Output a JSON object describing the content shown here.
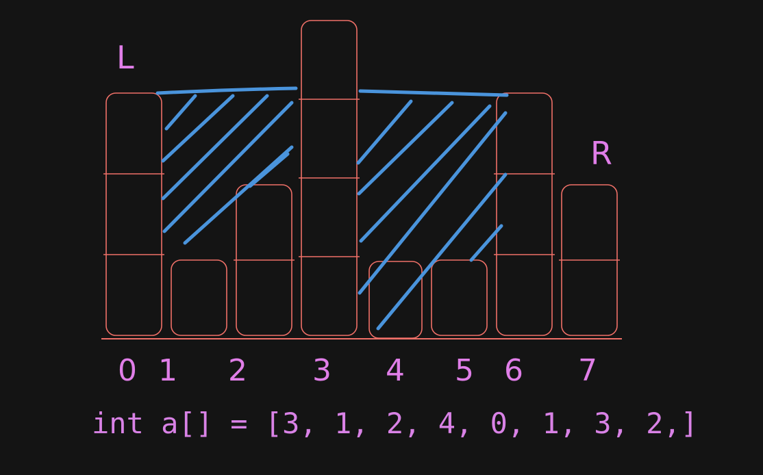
{
  "diagram": {
    "title": "",
    "left_marker": "L",
    "right_marker": "R",
    "indices": [
      "0",
      "1",
      "2",
      "3",
      "4",
      "5",
      "6",
      "7"
    ],
    "heights": [
      3,
      1,
      2,
      4,
      0,
      1,
      3,
      2
    ],
    "code": "int a[] = [3, 1, 2, 4, 0, 1, 3, 2,]",
    "colors": {
      "background": "#141414",
      "bar_stroke": "#f07068",
      "water": "#4a94dc",
      "label": "#e07ee8"
    }
  }
}
